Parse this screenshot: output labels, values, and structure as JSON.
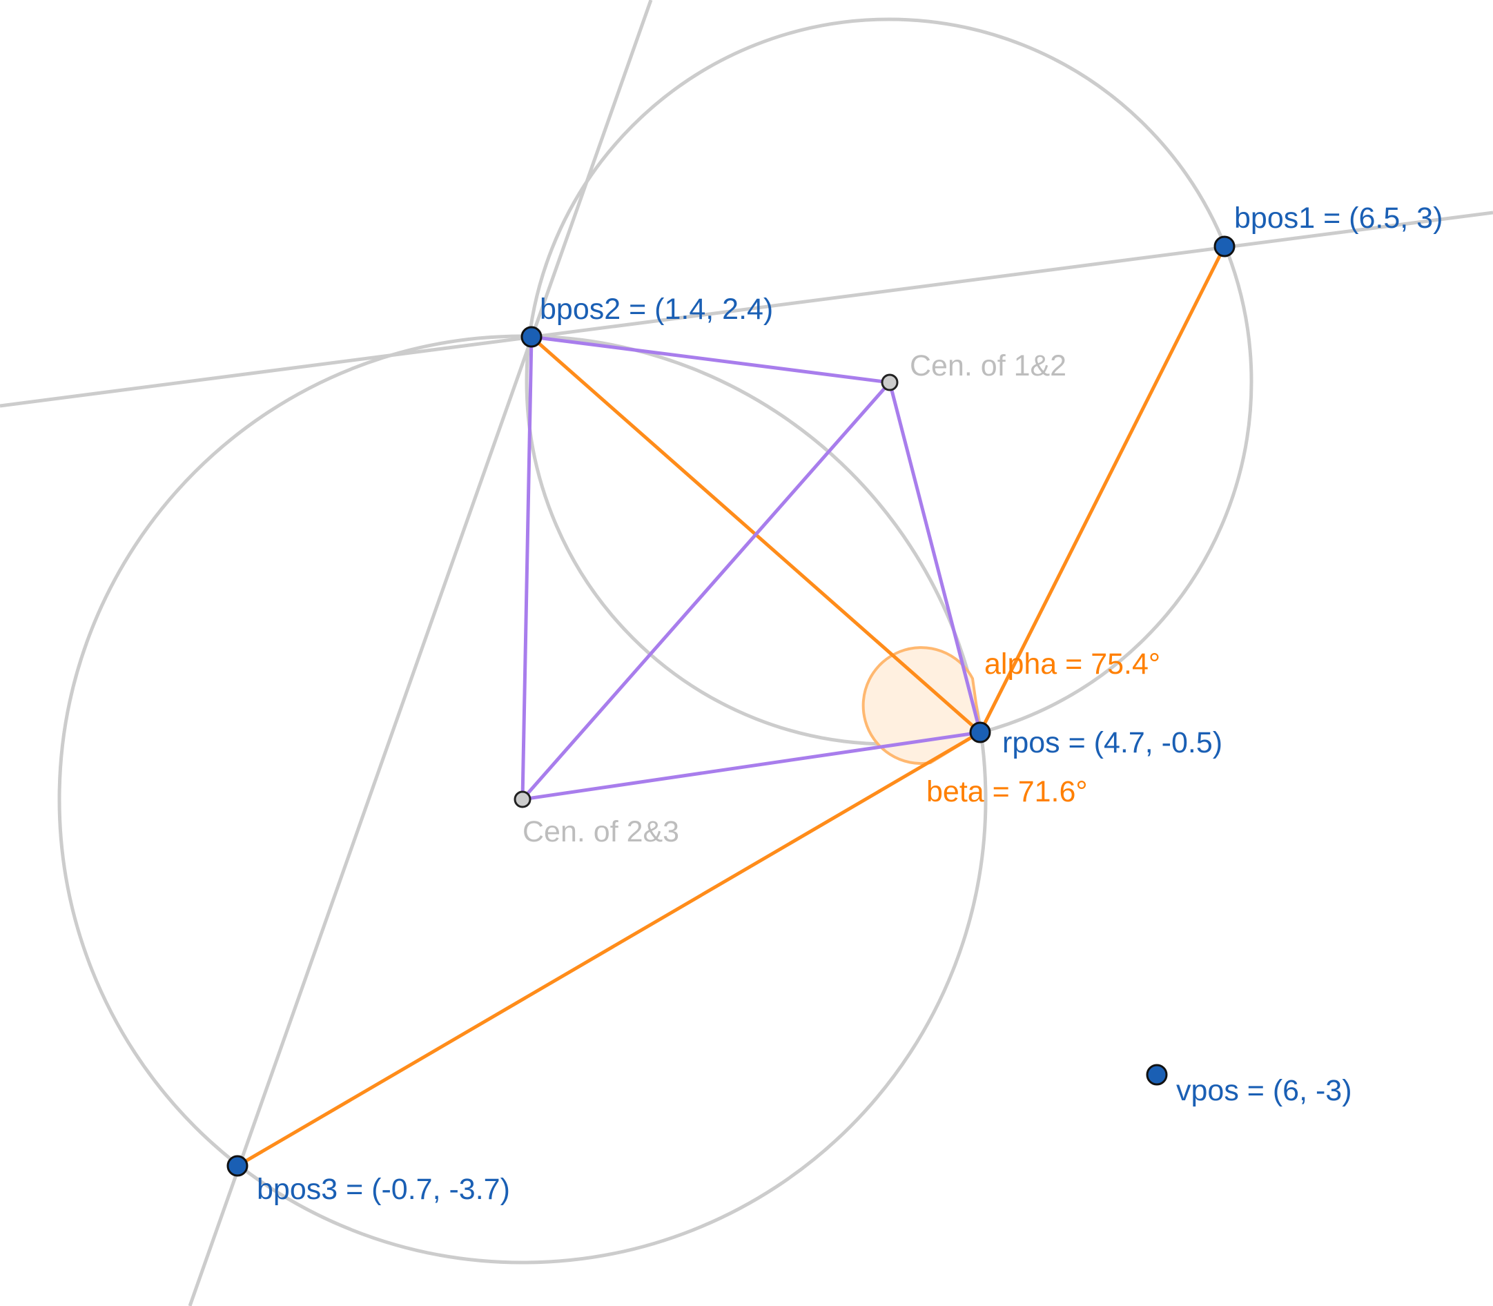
{
  "colors": {
    "construction": "#cccccc",
    "orange": "#ff8c1a",
    "purple": "#a87dec",
    "point_fill": "#1a5fb4",
    "point_label": "#1a5fb4",
    "center_fill": "#cccccc",
    "center_label": "#bdbdbd",
    "angle_label": "#ff7f00"
  },
  "points": {
    "bpos1": {
      "label": "bpos1 = (6.5, 3)"
    },
    "bpos2": {
      "label": "bpos2 = (1.4, 2.4)"
    },
    "bpos3": {
      "label": "bpos3 = (-0.7, -3.7)"
    },
    "rpos": {
      "label": "rpos = (4.7, -0.5)"
    },
    "vpos": {
      "label": "vpos = (6, -3)"
    }
  },
  "centers": {
    "c12": {
      "label": "Cen. of 1&2"
    },
    "c23": {
      "label": "Cen. of 2&3"
    }
  },
  "angles": {
    "alpha": {
      "label": "alpha = 75.4°"
    },
    "beta": {
      "label": "beta = 71.6°"
    }
  }
}
